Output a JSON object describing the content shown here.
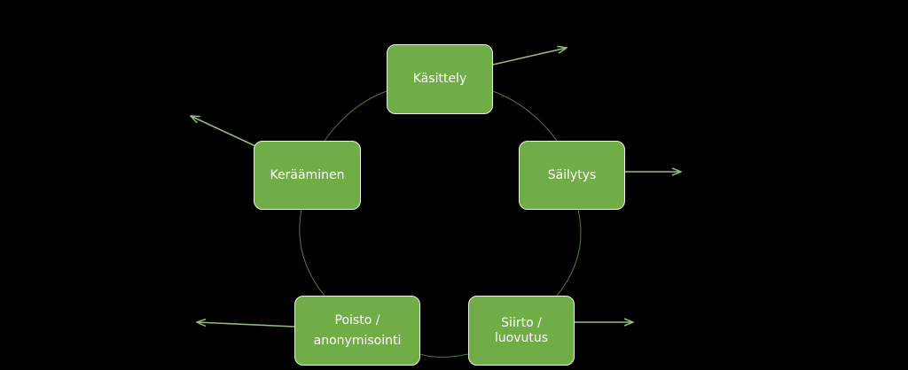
{
  "nodes": {
    "kasittely": "Käsittely",
    "sailytys": "Säilytys",
    "keraaminen": "Kerääminen",
    "poisto_line1": "Poisto /",
    "poisto_line2": "anonymisointi",
    "siirto_line1": "Siirto /",
    "siirto_line2": "luovutus"
  },
  "colors": {
    "node_fill": "#70ad47",
    "node_border": "#e8f2e0",
    "cycle_ring": "#4f7a37",
    "arrow": "#8fbf74",
    "background": "#000000"
  }
}
